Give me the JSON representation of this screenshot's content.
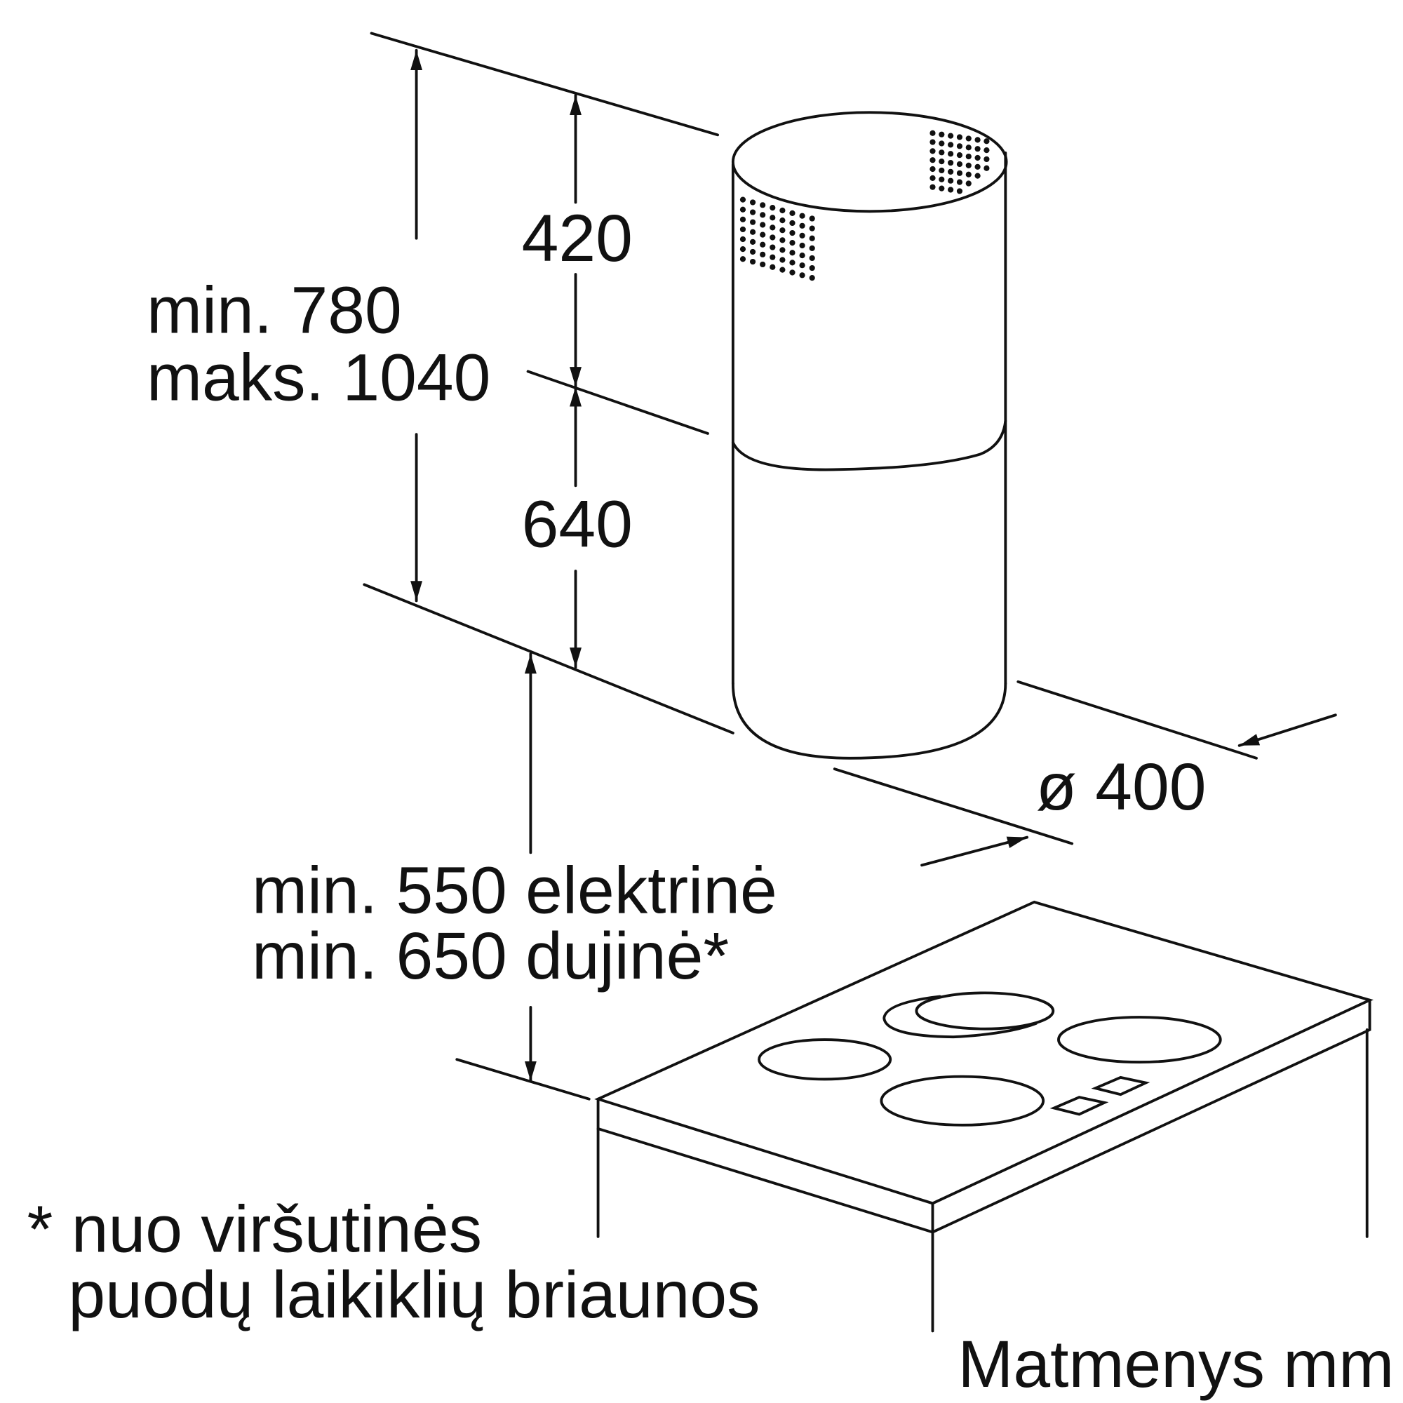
{
  "dimensions": {
    "height_upper": "420",
    "height_lower": "640",
    "total_min": "min. 780",
    "total_max": "maks. 1040",
    "diameter": "ø 400",
    "clearance_electric": "min. 550 elektrinė",
    "clearance_gas": "min. 650 dujinė*"
  },
  "footnote": {
    "line1": "* nuo viršutinės",
    "line2": "puodų laikiklių briaunos"
  },
  "units_label": "Matmenys mm",
  "colors": {
    "stroke": "#111111",
    "background": "#ffffff"
  }
}
